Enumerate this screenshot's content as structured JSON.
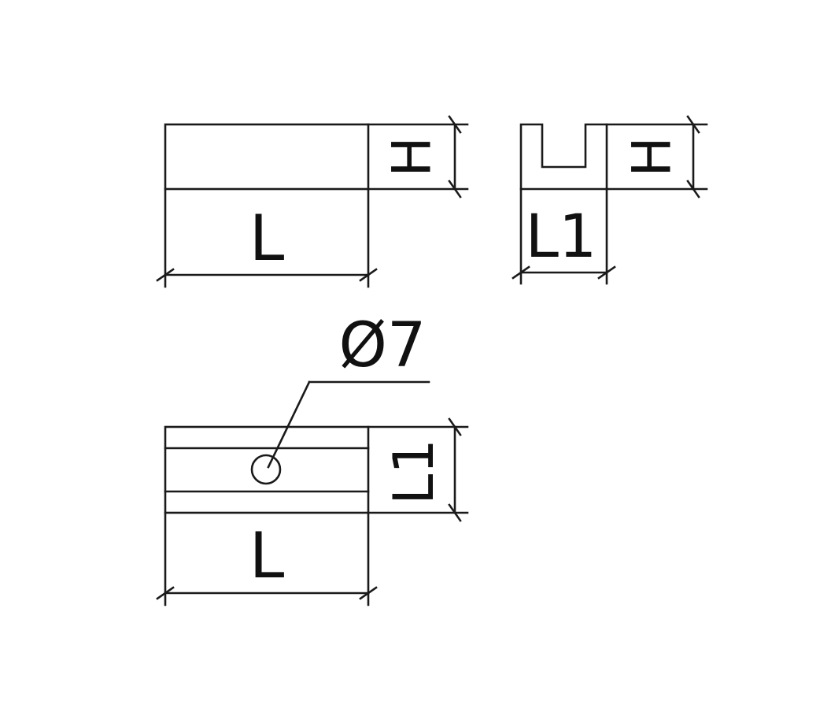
{
  "labels": {
    "front_length": "L",
    "front_height": "H",
    "side_width": "L1",
    "side_height": "H",
    "top_length": "L",
    "top_width": "L1",
    "hole_diameter": "Ø7"
  }
}
